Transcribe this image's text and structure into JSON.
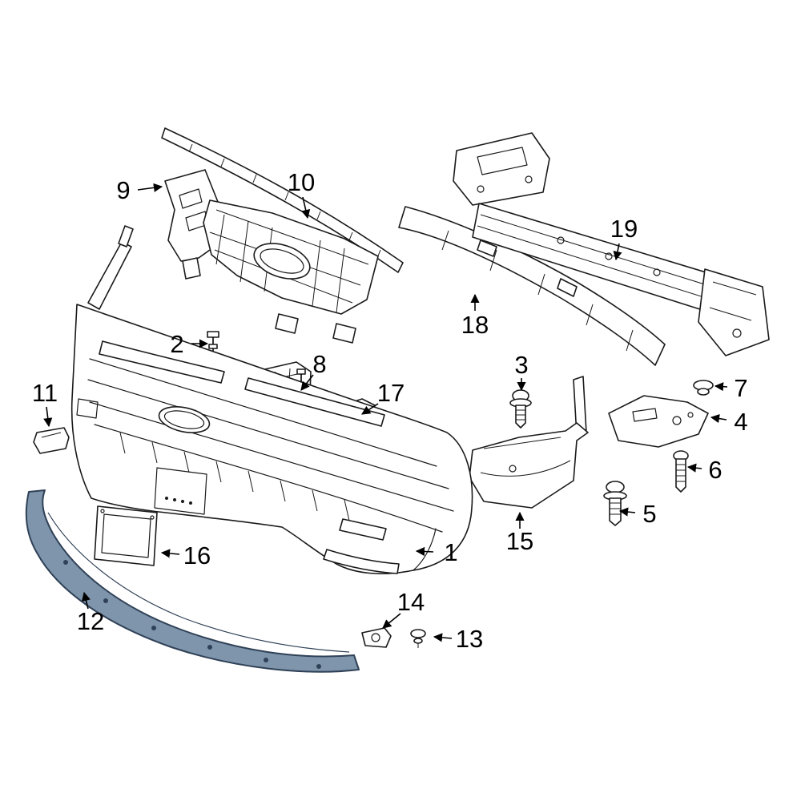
{
  "diagram": {
    "description": "Front bumper exploded parts diagram with numbered callouts",
    "colors": {
      "background": "#ffffff",
      "line": "#1a1a1a",
      "highlight_fill": "#7e95ac",
      "highlight_stroke": "#2f4156"
    },
    "callouts": [
      {
        "number": "1",
        "part": "bumper-cover"
      },
      {
        "number": "2",
        "part": "retainer-pin"
      },
      {
        "number": "3",
        "part": "screw"
      },
      {
        "number": "4",
        "part": "outer-bracket"
      },
      {
        "number": "5",
        "part": "screw"
      },
      {
        "number": "6",
        "part": "screw"
      },
      {
        "number": "7",
        "part": "nut"
      },
      {
        "number": "8",
        "part": "center-bracket"
      },
      {
        "number": "9",
        "part": "upper-bracket"
      },
      {
        "number": "10",
        "part": "sight-shield"
      },
      {
        "number": "11",
        "part": "tow-hook-cap"
      },
      {
        "number": "12",
        "part": "front-spoiler-highlighted"
      },
      {
        "number": "13",
        "part": "push-clip"
      },
      {
        "number": "14",
        "part": "clip"
      },
      {
        "number": "15",
        "part": "air-deflector"
      },
      {
        "number": "16",
        "part": "license-bracket"
      },
      {
        "number": "17",
        "part": "side-bracket"
      },
      {
        "number": "18",
        "part": "energy-absorber"
      },
      {
        "number": "19",
        "part": "impact-bar"
      }
    ]
  }
}
